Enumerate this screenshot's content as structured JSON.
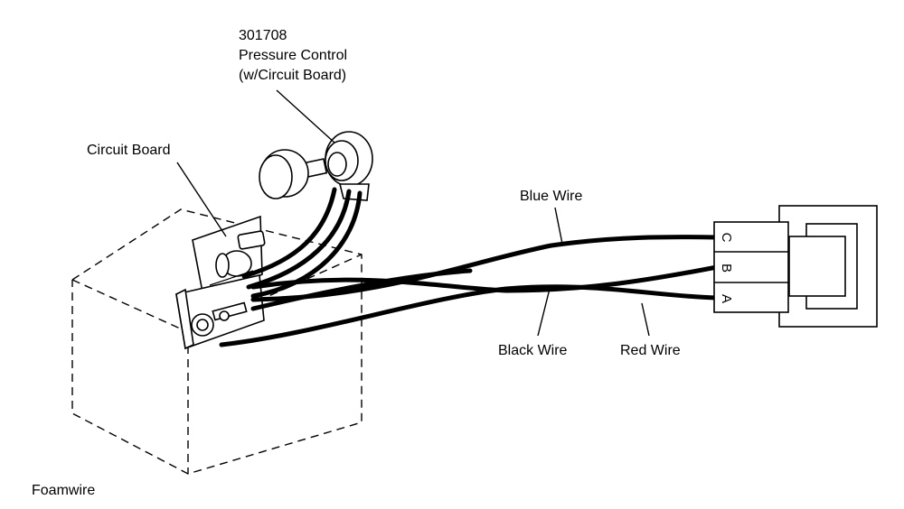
{
  "labels": {
    "part_number": "301708",
    "part_name": "Pressure Control",
    "part_detail": "(w/Circuit Board)",
    "circuit_board": "Circuit Board",
    "blue_wire": "Blue Wire",
    "black_wire": "Black Wire",
    "red_wire": "Red Wire",
    "caption": "Foamwire"
  },
  "connector": {
    "terminals": [
      "C",
      "B",
      "A"
    ]
  }
}
